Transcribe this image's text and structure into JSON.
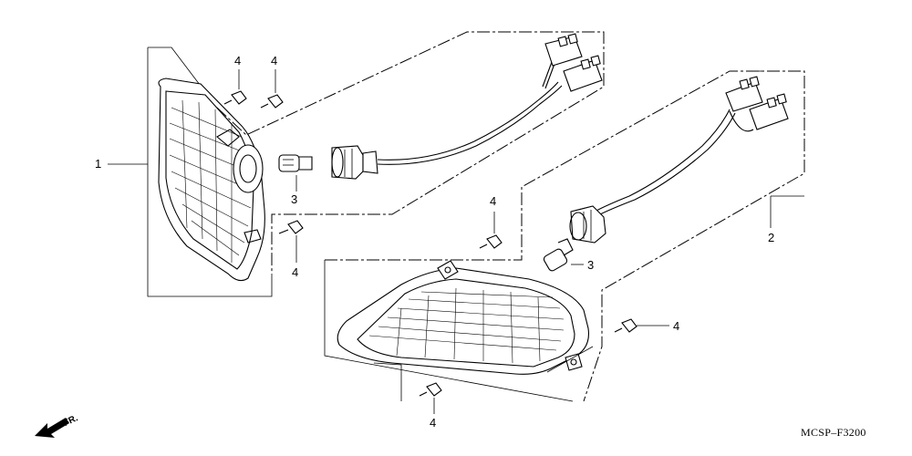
{
  "callouts": {
    "c1": "1",
    "c2": "2",
    "c3a": "3",
    "c3b": "3",
    "c4a": "4",
    "c4b": "4",
    "c4c": "4",
    "c4d": "4",
    "c4e": "4",
    "c4f": "4"
  },
  "direction_label": "FR.",
  "diagram_code": "MCSP–F3200"
}
